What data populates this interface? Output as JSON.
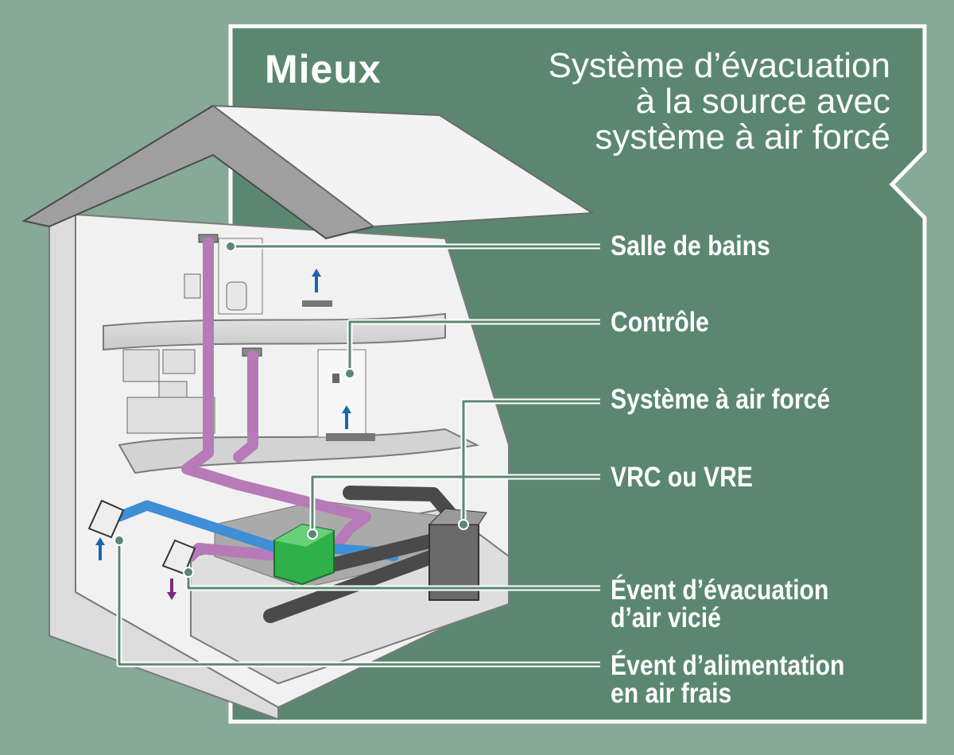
{
  "panel": {
    "grade": "Mieux",
    "title_lines": [
      "Système d’évacuation",
      "à la source avec",
      "système à air forcé"
    ]
  },
  "labels": {
    "bathroom": "Salle de bains",
    "control": "Contrôle",
    "forced_air": "Système à air forcé",
    "hrv_erv": "VRC ou VRE",
    "exhaust_vent_l1": "Évent d’évacuation",
    "exhaust_vent_l2": "d’air vicié",
    "fresh_air_vent_l1": "Évent d’alimentation",
    "fresh_air_vent_l2": "en air frais"
  },
  "colors": {
    "background": "#86a998",
    "panel": "#5b8771",
    "exhaust_duct": "#b77ab8",
    "fresh_air_duct": "#3f8fd6",
    "hrv_unit": "#2fb04a",
    "furnace": "#6a6a6a",
    "supply_duct": "#4a4a4a"
  }
}
